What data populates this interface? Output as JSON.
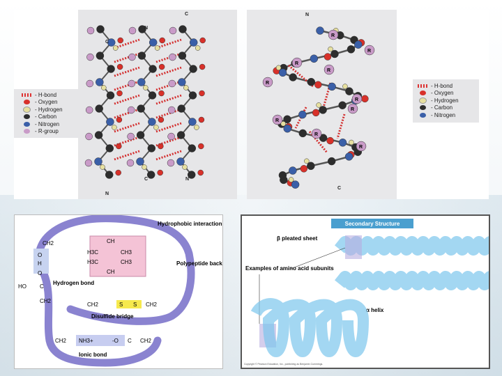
{
  "colors": {
    "oxygen": "#d8312a",
    "hydrogen": "#e7e0a0",
    "carbon": "#2d2d2d",
    "nitrogen": "#3a5fa8",
    "rgroup": "#c99bc8",
    "hbond": "#d33030"
  },
  "panel_a": {
    "legend": [
      "- H-bond",
      "- Oxygen",
      "- Hydrogen",
      "- Carbon",
      "- Nitrogen",
      "- R-group"
    ],
    "top_labels": [
      "C",
      "N",
      "C"
    ],
    "bottom_labels": [
      "N",
      "C",
      "N"
    ]
  },
  "panel_b": {
    "legend": [
      "- H-bond",
      "- Oxygen",
      "- Hydrogen",
      "- Carbon",
      "- Nitrogen"
    ],
    "top_label": "N",
    "bottom_label": "C",
    "r_labels": [
      "R",
      "R",
      "R",
      "R",
      "R",
      "R",
      "R",
      "R",
      "R",
      "R"
    ]
  },
  "panel_c": {
    "labels": {
      "hydrophobic": "Hydrophobic interactions",
      "backbone": "Polypeptide backbone",
      "hbond": "Hydrogen bond",
      "disulfide": "Disulfide bridge",
      "ionic": "Ionic bond"
    },
    "chem": {
      "ch2_top": "CH2",
      "oh": "O",
      "h_mid": "H",
      "o_low": "O",
      "ho": "HO",
      "c": "C",
      "ch2_low": "CH2",
      "ch_top": "CH",
      "h3c_a": "H3C",
      "ch3_a": "CH3",
      "h3c_b": "H3C",
      "ch3_b": "CH3",
      "ch_bot": "CH",
      "ss_left": "CH2",
      "s1": "S",
      "s2": "S",
      "ss_right": "CH2",
      "ion_left": "CH2",
      "nh3": "NH3+",
      "o_minus": "-O",
      "ion_c": "C",
      "ion_right": "CH2"
    }
  },
  "panel_d": {
    "header": "Secondary Structure",
    "beta_label": "β pleated sheet",
    "examples_label": "Examples of amino acid subunits",
    "alpha_label": "α helix",
    "copyright": "Copyright © Pearson Education, Inc., publishing as Benjamin Cummings."
  }
}
